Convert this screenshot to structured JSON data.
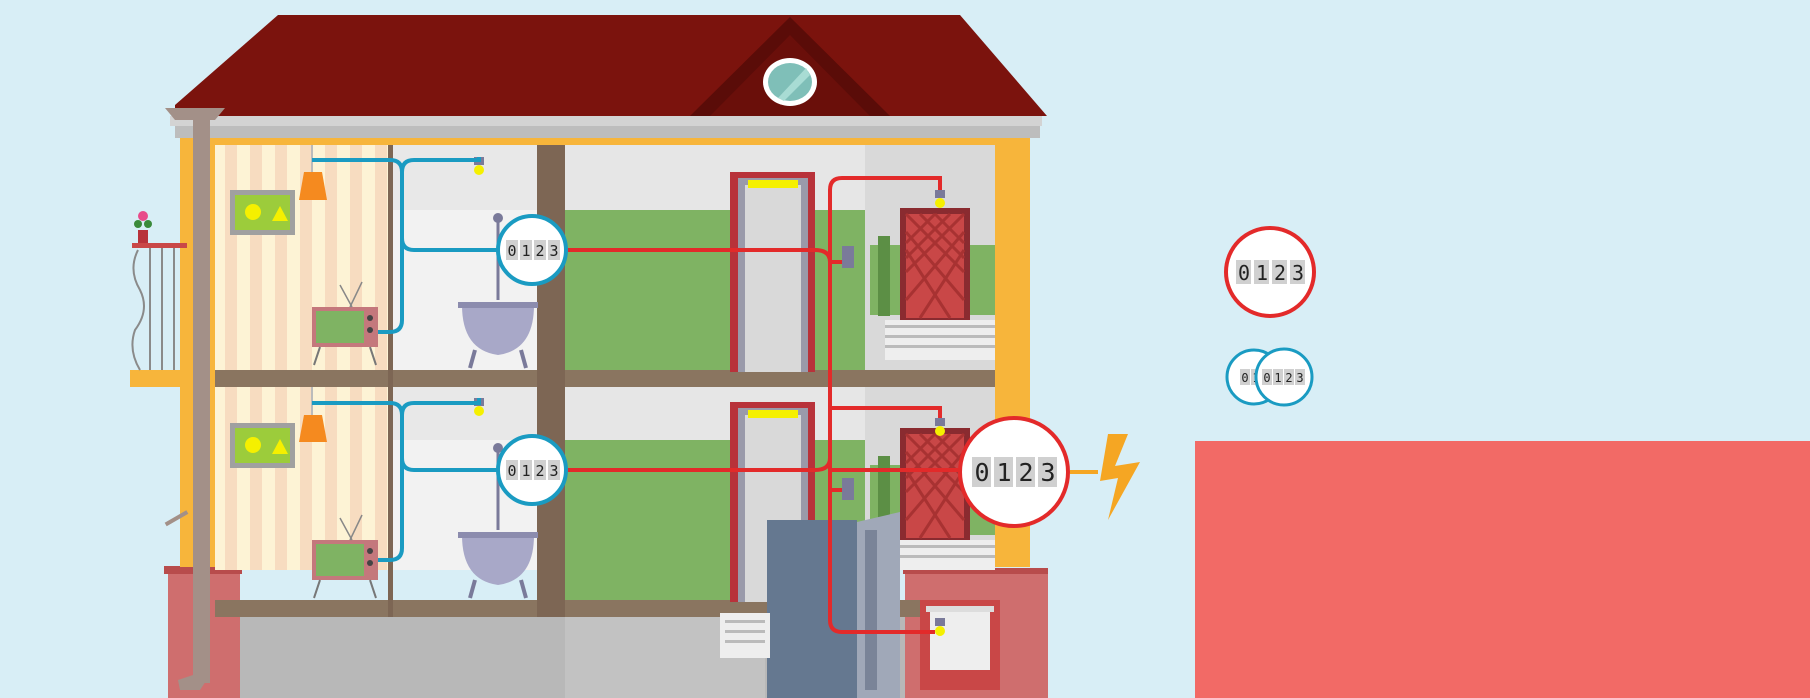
{
  "meters": {
    "apartment_top": {
      "digits": [
        "0",
        "1",
        "2",
        "3"
      ]
    },
    "apartment_bottom": {
      "digits": [
        "0",
        "1",
        "2",
        "3"
      ]
    },
    "building_main": {
      "digits": [
        "0",
        "1",
        "2",
        "3"
      ]
    },
    "legend_red": {
      "digits": [
        "0",
        "1",
        "2",
        "3"
      ]
    },
    "legend_blue_back": {
      "digits": [
        "0",
        "1"
      ]
    },
    "legend_blue_front": {
      "digits": [
        "0",
        "1",
        "2",
        "3"
      ]
    }
  },
  "colors": {
    "sky": "#d8eef6",
    "roof": "#7b130d",
    "roof_dark": "#5a0c08",
    "house_trim": "#f7b53b",
    "wall_stripe_a": "#fdf3d5",
    "wall_stripe_b": "#f7dcc0",
    "floor": "#8a7560",
    "green_wall": "#7fb363",
    "cable_red": "#e32a2a",
    "cable_blue": "#1a9bc2",
    "bolt": "#f5a623",
    "door": "#b8323a",
    "red_panel": "#f26a66",
    "basement": "#b8b8b8"
  }
}
